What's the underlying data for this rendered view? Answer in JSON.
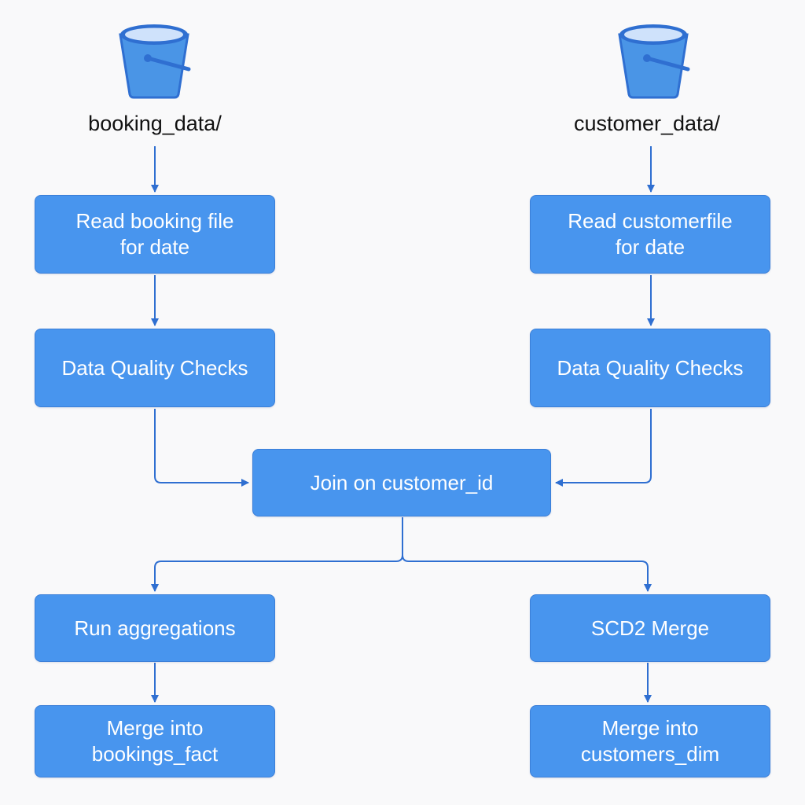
{
  "colors": {
    "node_fill": "#4895ee",
    "node_border": "#3b7fd8",
    "connector": "#2f6fd1",
    "bucket_fill": "#4a95e6",
    "bucket_rim": "#2f6fd1",
    "background": "#f9f9fa"
  },
  "sources": {
    "booking": {
      "label": "booking_data/",
      "icon": "bucket-icon"
    },
    "customer": {
      "label": "customer_data/",
      "icon": "bucket-icon"
    }
  },
  "nodes": {
    "read_booking": "Read booking file\nfor date",
    "read_customer": "Read customerfile\nfor date",
    "dq_booking": "Data Quality Checks",
    "dq_customer": "Data Quality Checks",
    "join": "Join on customer_id",
    "aggregations": "Run aggregations",
    "scd2": "SCD2 Merge",
    "bookings_fact": "Merge into\nbookings_fact",
    "customers_dim": "Merge into\ncustomers_dim"
  }
}
